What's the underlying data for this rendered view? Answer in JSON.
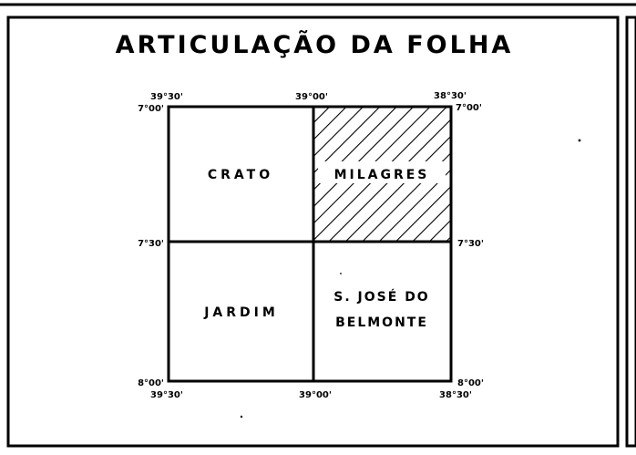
{
  "title": "ARTICULAÇÃO DA FOLHA",
  "sheets": {
    "top_left": "CRATO",
    "top_right": "MILAGRES",
    "bottom_left": "JARDIM",
    "bottom_right_line1": "S. JOSÉ DO",
    "bottom_right_line2": "BELMONTE"
  },
  "highlighted_sheet": "MILAGRES",
  "longitudes": {
    "west": "39°30'",
    "center": "39°00'",
    "east": "38°30'"
  },
  "latitudes": {
    "north": "7°00'",
    "middle": "7°30'",
    "south": "8°00'"
  }
}
